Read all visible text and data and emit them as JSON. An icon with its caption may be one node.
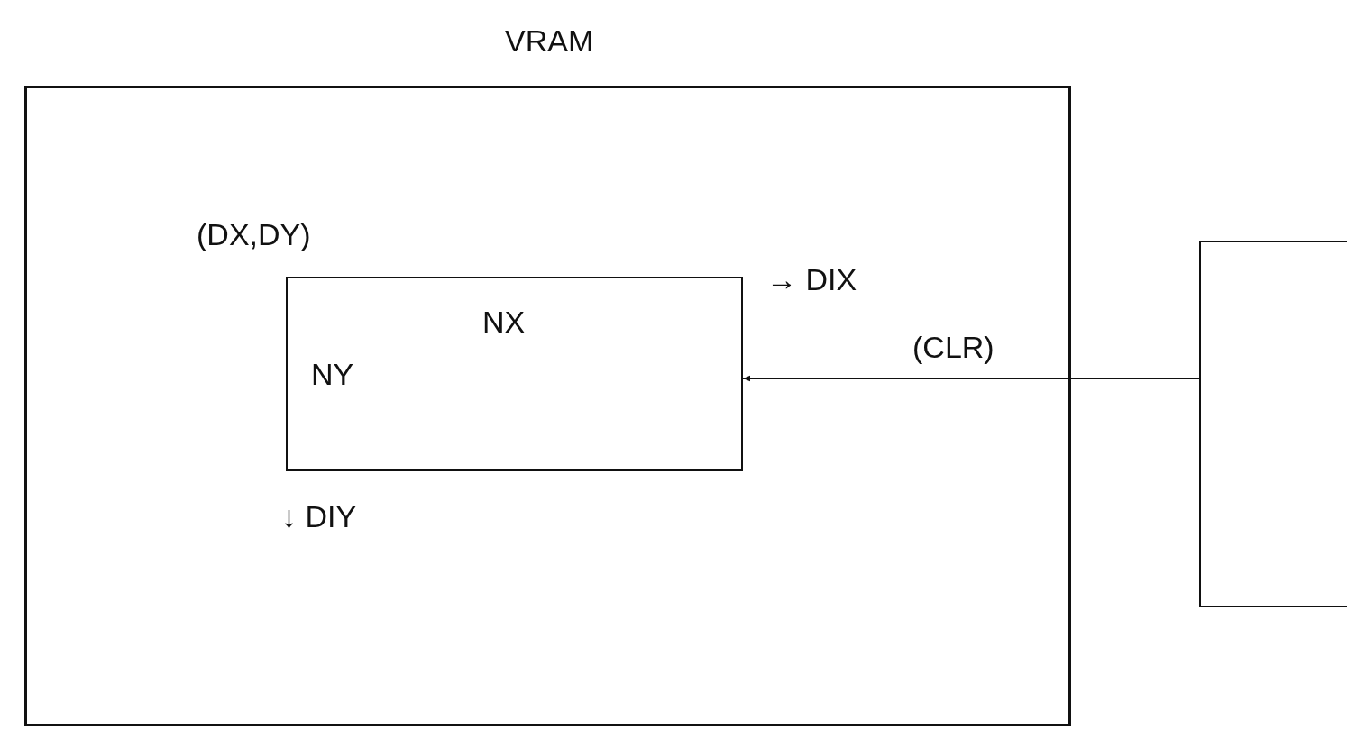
{
  "diagram": {
    "nodes": [
      {
        "text": [
          "VRAM"
        ]
      },
      {
        "text": [
          "NX",
          "NY"
        ],
        "in": 0,
        "beside": [
          "(DX,DY)",
          "→ DIX",
          "↓ DIY"
        ]
      },
      {
        "text": [],
        "shape": "box"
      }
    ],
    "edges": [
      {
        "from": 2,
        "to": 1,
        "arrow": "to",
        "label": "(CLR)"
      }
    ]
  }
}
